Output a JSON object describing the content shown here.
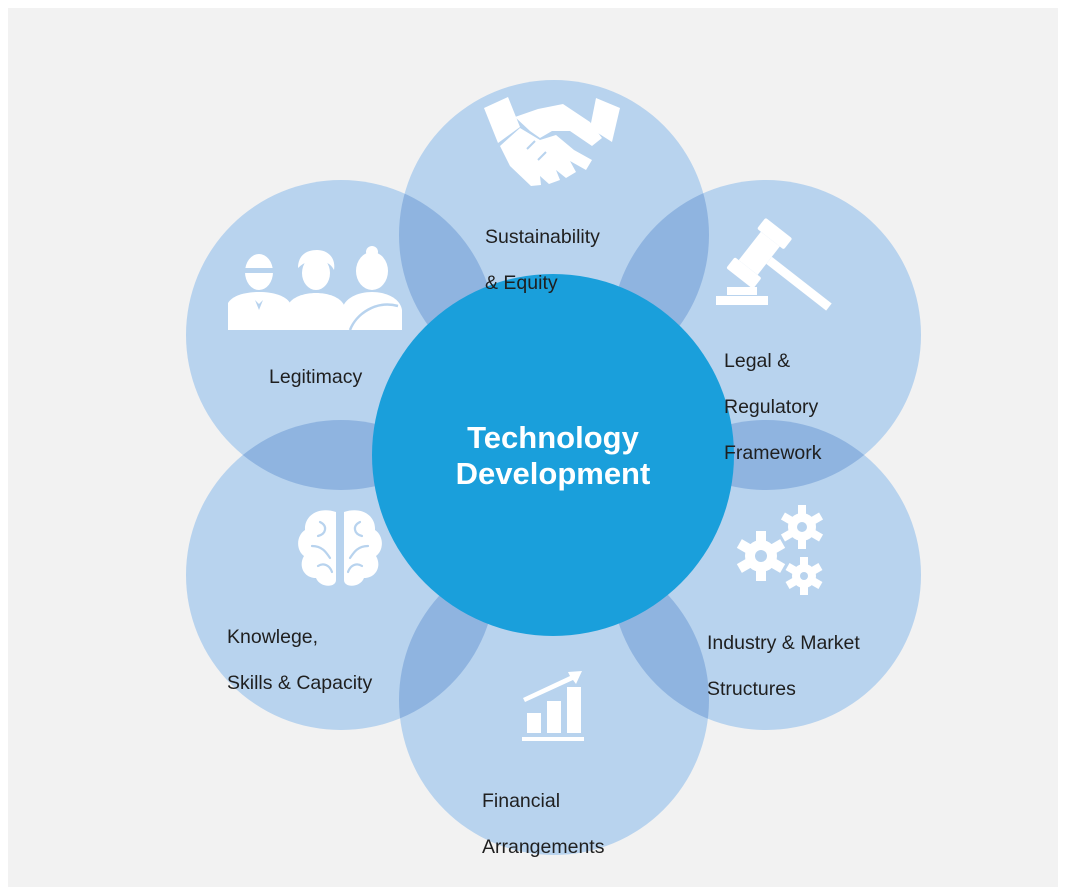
{
  "center": {
    "line1": "Technology",
    "line2": "Development"
  },
  "petals": {
    "sustainability": {
      "line1": "Sustainability",
      "line2": "& Equity",
      "icon": "handshake-icon"
    },
    "legal": {
      "line1": "Legal &",
      "line2": "Regulatory",
      "line3": "Framework",
      "icon": "gavel-icon"
    },
    "industry": {
      "line1": "Industry & Market",
      "line2": "Structures",
      "icon": "gears-icon"
    },
    "financial": {
      "line1": "Financial",
      "line2": "Arrangements",
      "icon": "growth-chart-icon"
    },
    "knowledge": {
      "line1": "Knowlege,",
      "line2": "Skills & Capacity",
      "icon": "brain-icon"
    },
    "legitimacy": {
      "line1": "Legitimacy",
      "icon": "people-icon"
    }
  },
  "colors": {
    "background": "#f2f2f2",
    "petal": "#b8d3ee",
    "overlap": "#8fb4e0",
    "center": "#1a9fdb",
    "icon": "#ffffff",
    "text": "#1f1f1f"
  }
}
